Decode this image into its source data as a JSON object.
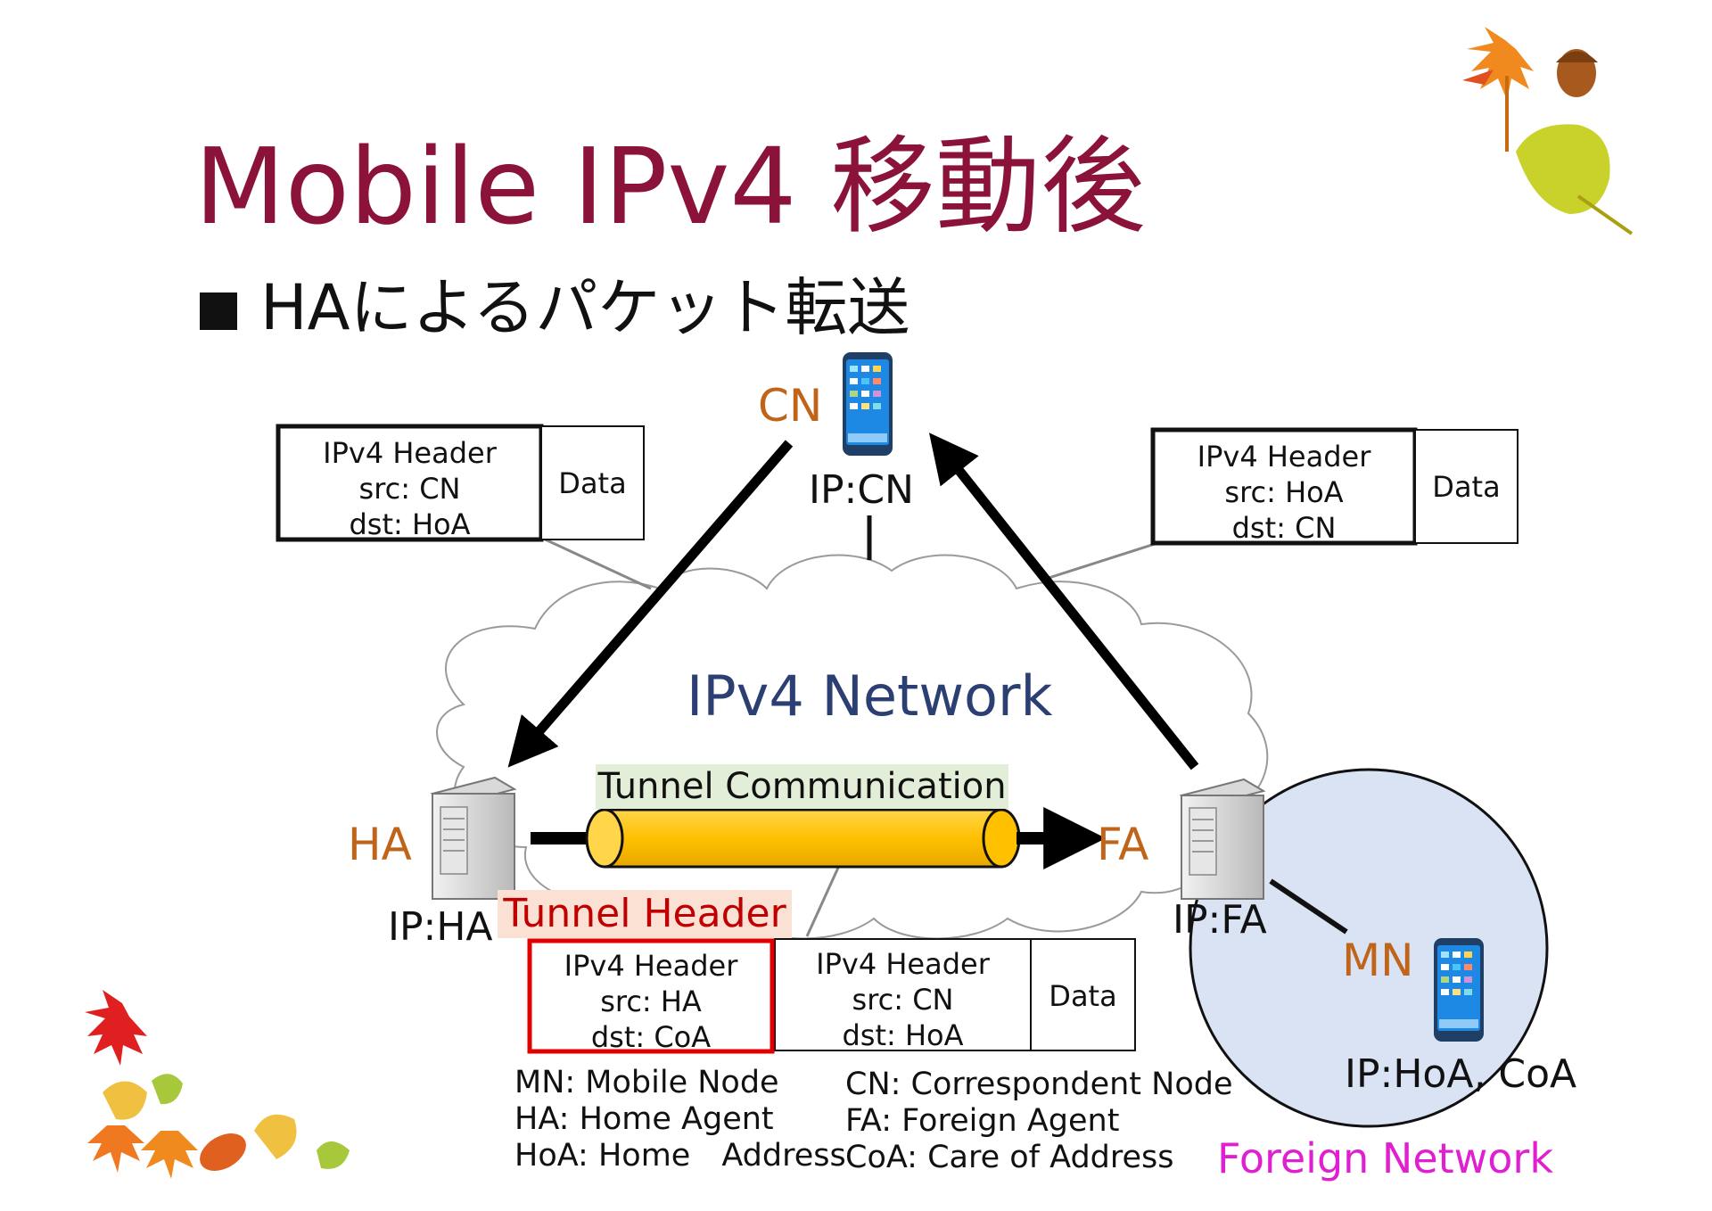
{
  "title": "Mobile IPv4 移動後",
  "bullet": "HAによるパケット転送",
  "nodes": {
    "cn": {
      "label": "CN",
      "ip": "IP:CN"
    },
    "ha": {
      "label": "HA",
      "ip": "IP:HA"
    },
    "fa": {
      "label": "FA",
      "ip": "IP:FA"
    },
    "mn": {
      "label": "MN",
      "ip": "IP:HoA, CoA"
    }
  },
  "network_label": "IPv4 Network",
  "tunnel_label": "Tunnel Communication",
  "tunnel_header_label": "Tunnel Header",
  "packet_cn_to_ha": {
    "header_line1": "IPv4 Header",
    "header_line2": "src: CN",
    "header_line3": "dst: HoA",
    "data": "Data"
  },
  "packet_fa_to_cn": {
    "header_line1": "IPv4 Header",
    "header_line2": "src: HoA",
    "header_line3": "dst: CN",
    "data": "Data"
  },
  "packet_tunnel": {
    "outer_line1": "IPv4 Header",
    "outer_line2": "src: HA",
    "outer_line3": "dst: CoA",
    "inner_line1": "IPv4 Header",
    "inner_line2": "src: CN",
    "inner_line3": "dst: HoA",
    "data": "Data"
  },
  "legend": {
    "left": [
      "MN: Mobile Node",
      "HA: Home Agent",
      "HoA: Home　Address"
    ],
    "right": [
      "CN: Correspondent Node",
      "FA: Foreign Agent",
      "CoA: Care of Address"
    ]
  },
  "foreign_network_label": "Foreign Network",
  "colors": {
    "title": "#8b1239",
    "node_label": "#c0641a",
    "network": "#2c3f73",
    "tunnel": "#ffc000",
    "foreign_bg": "#dae3f3",
    "tunnel_header": "#c00000",
    "foreign_text": "#e020d0"
  }
}
